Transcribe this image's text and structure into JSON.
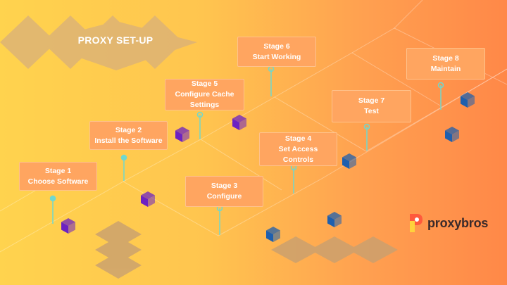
{
  "title": "PROXY SET-UP",
  "stages": [
    {
      "label": "Stage 1",
      "name": "Choose Software"
    },
    {
      "label": "Stage 2",
      "name": "Install the Software"
    },
    {
      "label": "Stage 3",
      "name": "Configure"
    },
    {
      "label": "Stage 4",
      "name_line1": "Set Access",
      "name_line2": "Controls"
    },
    {
      "label": "Stage 5",
      "name_line1": "Configure Cache",
      "name_line2": "Settings"
    },
    {
      "label": "Stage 6",
      "name": "Start Working"
    },
    {
      "label": "Stage 7",
      "name": "Test"
    },
    {
      "label": "Stage 8",
      "name": "Maintain"
    }
  ],
  "brand": {
    "name": "proxybros",
    "logo_icon": "proxybros-logo-icon"
  },
  "colors": {
    "stage_box": "#ffa560",
    "connector": "#6fd8cf",
    "cube_purple": "#6c22c2",
    "cube_blue": "#1e5fae",
    "diamond": "#d9b07a"
  }
}
